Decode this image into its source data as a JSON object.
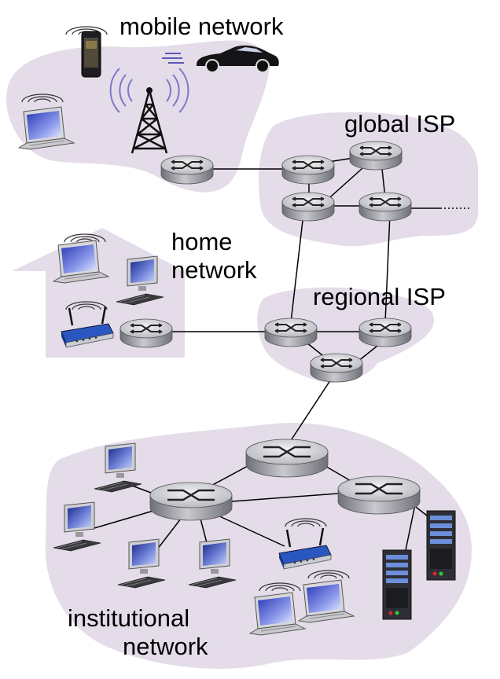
{
  "labels": {
    "mobile_network": "mobile network",
    "global_isp": "global ISP",
    "home_network_line1": "home",
    "home_network_line2": "network",
    "regional_isp": "regional ISP",
    "institutional_network_line1": "institutional",
    "institutional_network_line2": "network"
  },
  "colors": {
    "region_fill": "#e4dde9",
    "router_top": "#d8d8dc",
    "router_side": "#8e8e96",
    "link": "#000000",
    "screen_blue": "#4a5bd6",
    "signal_wave": "#7a78c8"
  },
  "icons": [
    "router-icon",
    "laptop-icon",
    "desktop-icon",
    "wireless-router-icon",
    "server-icon",
    "smartphone-icon",
    "car-icon",
    "cell-tower-icon"
  ]
}
